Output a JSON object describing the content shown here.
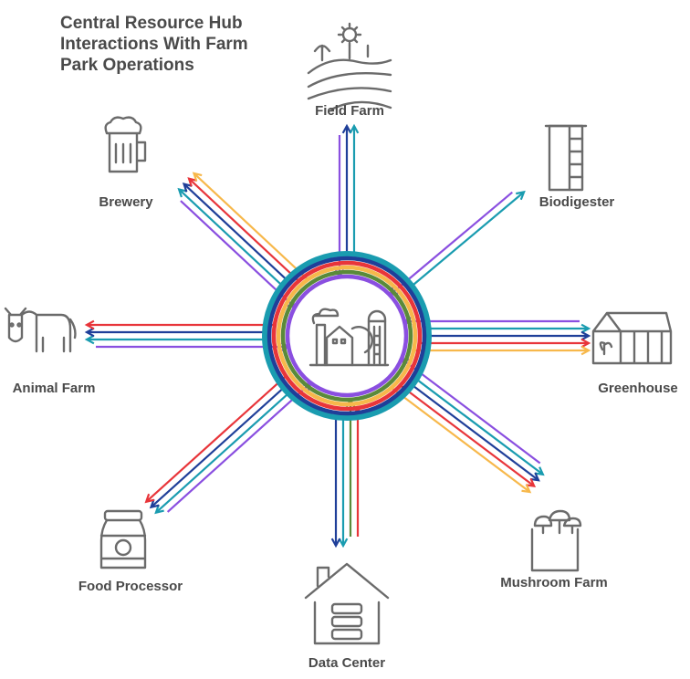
{
  "title": "Central Resource Hub Interactions With Farm Park Operations",
  "colors": {
    "teal": "#1a9cb0",
    "navy": "#1f3f99",
    "red": "#e8353a",
    "yellow": "#f7b84b",
    "green": "#5a8a3a",
    "purple": "#8a4fe0",
    "icon": "#6b6b6b"
  },
  "hub": {
    "icon": "factory-silo-icon"
  },
  "nodes": [
    {
      "label": "Field Farm",
      "icon": "field-farm-icon",
      "angle": -90,
      "len": 230,
      "out": [
        "navy",
        "teal"
      ],
      "in": [
        "purple"
      ]
    },
    {
      "label": "Biodigester",
      "icon": "biodigester-icon",
      "angle": -40,
      "len": 250,
      "out": [
        "teal"
      ],
      "in": [
        "purple"
      ]
    },
    {
      "label": "Greenhouse",
      "icon": "greenhouse-icon",
      "angle": 0,
      "len": 265,
      "out": [
        "teal",
        "navy",
        "red",
        "yellow"
      ],
      "in": [
        "purple"
      ]
    },
    {
      "label": "Mushroom Farm",
      "icon": "mushroom-icon",
      "angle": 37,
      "len": 263,
      "out": [
        "teal",
        "navy",
        "red",
        "yellow"
      ],
      "in": [
        "purple"
      ]
    },
    {
      "label": "Data Center",
      "icon": "data-center-icon",
      "angle": 90,
      "len": 230,
      "out": [
        "teal",
        "navy"
      ],
      "in": [
        "red",
        "green"
      ]
    },
    {
      "label": "Food Processor",
      "icon": "jar-icon",
      "angle": 138,
      "len": 285,
      "out": [
        "teal",
        "navy",
        "red"
      ],
      "in": [
        "purple"
      ]
    },
    {
      "label": "Animal Farm",
      "icon": "cow-icon",
      "angle": 180,
      "len": 285,
      "out": [
        "teal",
        "navy",
        "red"
      ],
      "in": [
        "purple"
      ]
    },
    {
      "label": "Brewery",
      "icon": "beer-icon",
      "angle": -137,
      "len": 244,
      "out": [
        "teal",
        "navy",
        "red",
        "yellow"
      ],
      "in": [
        "purple"
      ]
    }
  ]
}
